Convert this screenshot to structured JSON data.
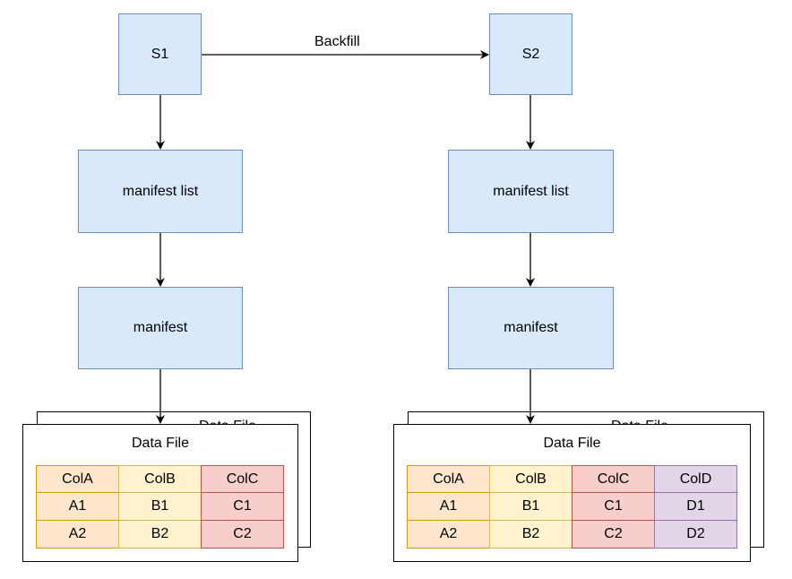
{
  "left": {
    "snapshot": "S1",
    "manifest_list": "manifest list",
    "manifest": "manifest",
    "back_card_title": "Data File",
    "data_file": {
      "title": "Data File",
      "headers": [
        "ColA",
        "ColB",
        "ColC"
      ],
      "rows": [
        [
          "A1",
          "B1",
          "C1"
        ],
        [
          "A2",
          "B2",
          "C2"
        ]
      ]
    }
  },
  "right": {
    "snapshot": "S2",
    "manifest_list": "manifest list",
    "manifest": "manifest",
    "back_card_title": "Data File",
    "data_file": {
      "title": "Data File",
      "headers": [
        "ColA",
        "ColB",
        "ColC",
        "ColD"
      ],
      "rows": [
        [
          "A1",
          "B1",
          "C1",
          "D1"
        ],
        [
          "A2",
          "B2",
          "C2",
          "D2"
        ]
      ]
    }
  },
  "edge_label": "Backfill",
  "colors": {
    "node_fill": "#dae8fc",
    "node_stroke": "#6c8ebf",
    "col_a_fill": "#ffe6cc",
    "col_b_fill": "#fff2cc",
    "col_c_fill": "#f8cecc",
    "col_d_fill": "#e1d5e7"
  }
}
